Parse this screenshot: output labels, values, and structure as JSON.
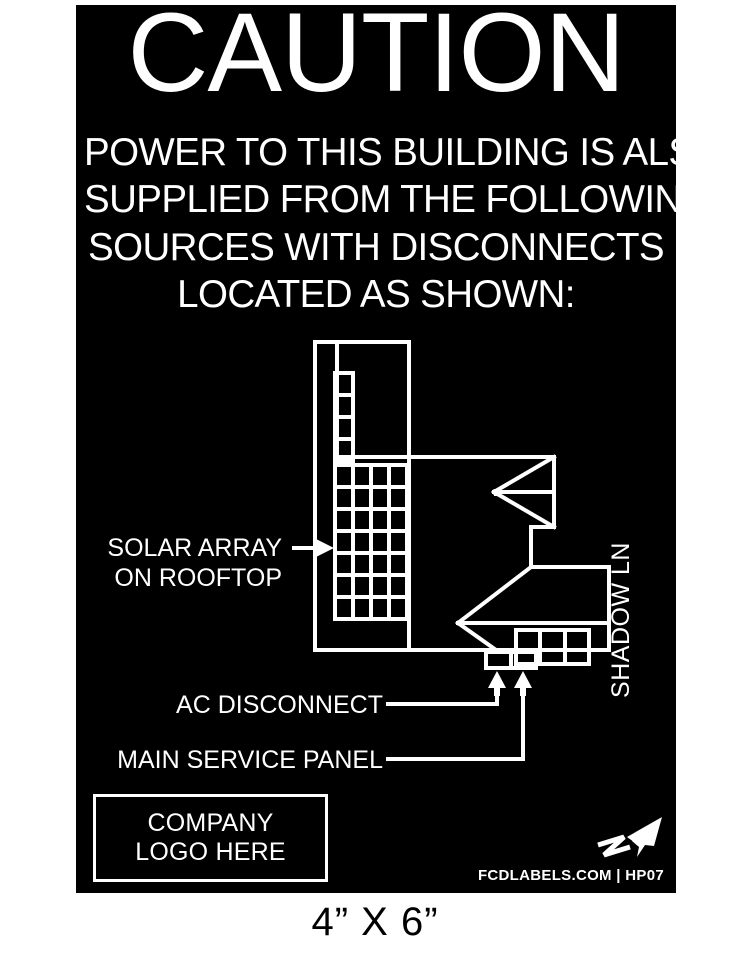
{
  "label": {
    "headline": "CAUTION",
    "subhead_lines": [
      "POWER TO THIS BUILDING IS ALSO",
      "SUPPLIED FROM THE FOLLOWING",
      "SOURCES WITH DISCONNECTS",
      "LOCATED AS SHOWN:"
    ],
    "background_color": "#000000",
    "foreground_color": "#FFFFFF"
  },
  "diagram": {
    "callouts": {
      "solar_line1": "SOLAR ARRAY",
      "solar_line2": "ON ROOFTOP",
      "ac_disconnect": "AC DISCONNECT",
      "main_service_panel": "MAIN SERVICE PANEL"
    },
    "street_label": "SHADOW LN",
    "solar_array": {
      "upper_column_cells": 4,
      "grid_columns": 4,
      "grid_rows": 7
    },
    "window_panes": 3,
    "equipment_boxes": 2
  },
  "logo_box": {
    "line1": "COMPANY",
    "line2": "LOGO HERE"
  },
  "brand": {
    "mark": "paper-plane-arrow-icon",
    "text": "FCDLABELS.COM | HP07"
  },
  "caption": {
    "size_text": "4” X 6”"
  }
}
